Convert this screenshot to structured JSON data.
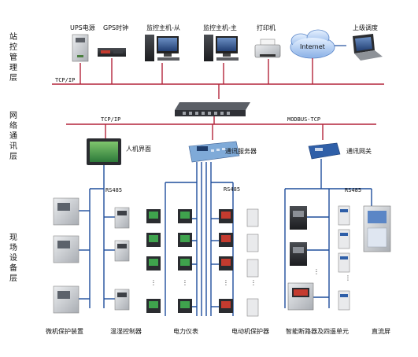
{
  "layers": {
    "station": [
      "站",
      "控",
      "管",
      "理",
      "层"
    ],
    "network": [
      "网",
      "络",
      "通",
      "讯",
      "层"
    ],
    "field": [
      "现",
      "场",
      "设",
      "备",
      "层"
    ]
  },
  "station": {
    "ups": "UPS电源",
    "gps": "GPS时钟",
    "monitor_slave": "监控主机-从",
    "monitor_master": "监控主机-主",
    "printer": "打印机",
    "internet": "Internet",
    "upper": "上级调度",
    "bus": "TCP/IP"
  },
  "network": {
    "bus_left": "TCP/IP",
    "bus_right": "MODBUS-TCP",
    "hmi": "人机界面",
    "comm_server": "通讯服务器",
    "gateway": "通讯网关"
  },
  "field": {
    "rs485_left": "RS485",
    "rs485_mid": "RS485",
    "rs485_right": "RS485",
    "dots": "⋮",
    "labels": {
      "protection": "微机保护装置",
      "temp": "温湿控制器",
      "meter": "电力仪表",
      "motor": "电动机保护器",
      "breaker": "智能断路器及四遥单元",
      "dc": "直流屏"
    }
  },
  "colors": {
    "bus_red": "#b3243a",
    "line_blue": "#1f4e9c",
    "device_gray": "#c9ccd0"
  }
}
